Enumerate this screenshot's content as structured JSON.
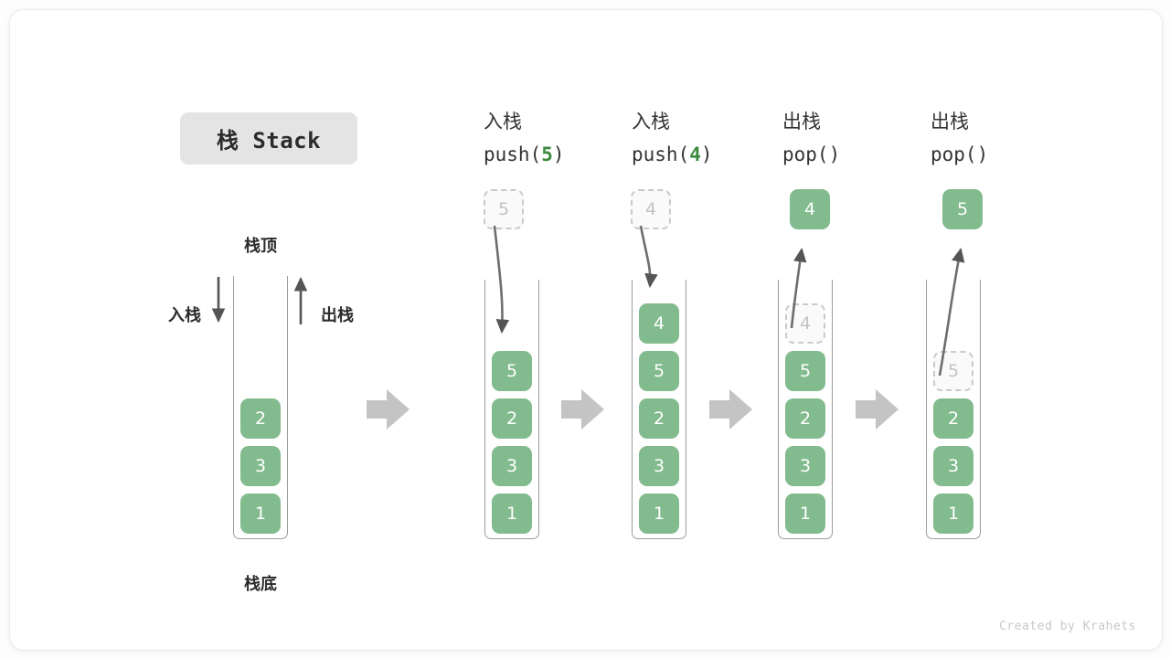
{
  "figure": {
    "title_badge": "栈 Stack",
    "credit": "Created by Krahets",
    "accent_color": "#82bb8d",
    "ghost_color": "#c3c3c3",
    "arrow_color": "#555555",
    "transition_arrow_color": "#c4c4c4",
    "badge_bg": "#e4e4e4"
  },
  "annotations": {
    "top_label": "栈顶",
    "bottom_label": "栈底",
    "push_label": "入栈",
    "pop_label": "出栈"
  },
  "stages": [
    {
      "id": "initial",
      "caption_line1": "",
      "caption_line2": "",
      "cells": [
        {
          "value": "2",
          "state": "filled"
        },
        {
          "value": "3",
          "state": "filled"
        },
        {
          "value": "1",
          "state": "filled"
        }
      ]
    },
    {
      "id": "push-5",
      "caption_line1": "入栈",
      "caption_code_name": "push(",
      "caption_code_arg": "5",
      "caption_code_tail": ")",
      "floating": {
        "value": "5",
        "state": "ghost"
      },
      "cells": [
        {
          "value": "5",
          "state": "filled"
        },
        {
          "value": "2",
          "state": "filled"
        },
        {
          "value": "3",
          "state": "filled"
        },
        {
          "value": "1",
          "state": "filled"
        }
      ]
    },
    {
      "id": "push-4",
      "caption_line1": "入栈",
      "caption_code_name": "push(",
      "caption_code_arg": "4",
      "caption_code_tail": ")",
      "floating": {
        "value": "4",
        "state": "ghost"
      },
      "cells": [
        {
          "value": "4",
          "state": "filled"
        },
        {
          "value": "5",
          "state": "filled"
        },
        {
          "value": "2",
          "state": "filled"
        },
        {
          "value": "3",
          "state": "filled"
        },
        {
          "value": "1",
          "state": "filled"
        }
      ]
    },
    {
      "id": "pop-4",
      "caption_line1": "出栈",
      "caption_code_name": "pop(",
      "caption_code_arg": "",
      "caption_code_tail": ")",
      "floating": {
        "value": "4",
        "state": "filled"
      },
      "cells": [
        {
          "value": "4",
          "state": "ghost"
        },
        {
          "value": "5",
          "state": "filled"
        },
        {
          "value": "2",
          "state": "filled"
        },
        {
          "value": "3",
          "state": "filled"
        },
        {
          "value": "1",
          "state": "filled"
        }
      ]
    },
    {
      "id": "pop-5",
      "caption_line1": "出栈",
      "caption_code_name": "pop(",
      "caption_code_arg": "",
      "caption_code_tail": ")",
      "floating": {
        "value": "5",
        "state": "filled"
      },
      "cells": [
        {
          "value": "5",
          "state": "ghost"
        },
        {
          "value": "2",
          "state": "filled"
        },
        {
          "value": "3",
          "state": "filled"
        },
        {
          "value": "1",
          "state": "filled"
        }
      ]
    }
  ]
}
